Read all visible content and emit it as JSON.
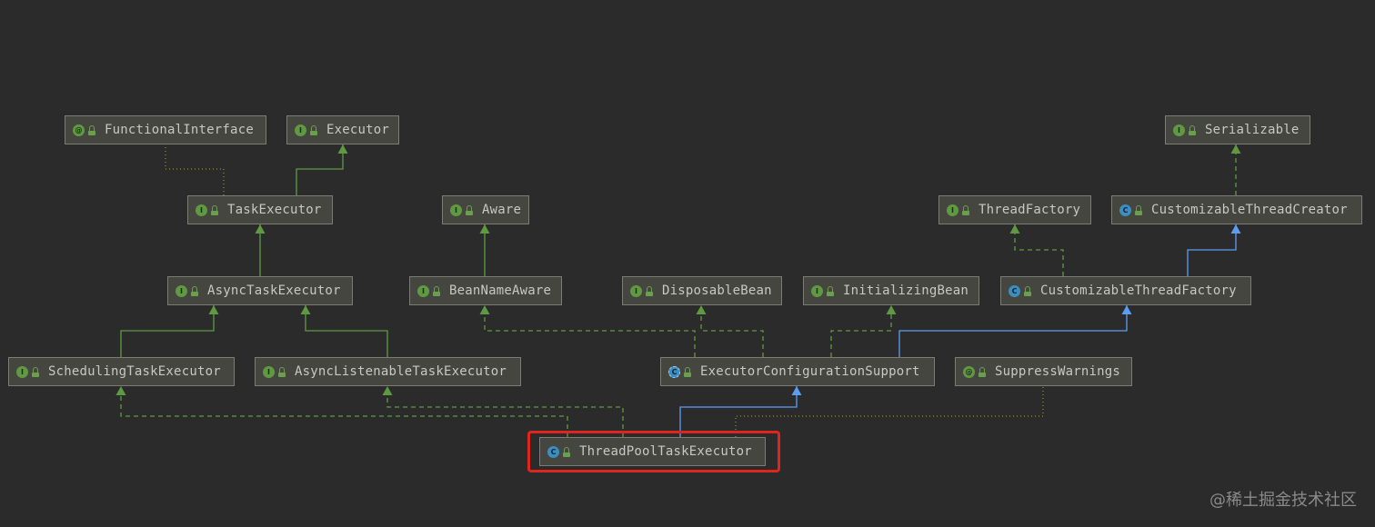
{
  "diagram": {
    "nodes": [
      {
        "id": "FunctionalInterface",
        "label": "FunctionalInterface",
        "kind": "anno",
        "kind_glyph": "@"
      },
      {
        "id": "Executor",
        "label": "Executor",
        "kind": "iface",
        "kind_glyph": "I"
      },
      {
        "id": "Serializable",
        "label": "Serializable",
        "kind": "iface",
        "kind_glyph": "I"
      },
      {
        "id": "TaskExecutor",
        "label": "TaskExecutor",
        "kind": "iface",
        "kind_glyph": "I"
      },
      {
        "id": "Aware",
        "label": "Aware",
        "kind": "iface",
        "kind_glyph": "I"
      },
      {
        "id": "ThreadFactory",
        "label": "ThreadFactory",
        "kind": "iface",
        "kind_glyph": "I"
      },
      {
        "id": "CustomizableThreadCreator",
        "label": "CustomizableThreadCreator",
        "kind": "cls",
        "kind_glyph": "C"
      },
      {
        "id": "AsyncTaskExecutor",
        "label": "AsyncTaskExecutor",
        "kind": "iface",
        "kind_glyph": "I"
      },
      {
        "id": "BeanNameAware",
        "label": "BeanNameAware",
        "kind": "iface",
        "kind_glyph": "I"
      },
      {
        "id": "DisposableBean",
        "label": "DisposableBean",
        "kind": "iface",
        "kind_glyph": "I"
      },
      {
        "id": "InitializingBean",
        "label": "InitializingBean",
        "kind": "iface",
        "kind_glyph": "I"
      },
      {
        "id": "CustomizableThreadFactory",
        "label": "CustomizableThreadFactory",
        "kind": "cls",
        "kind_glyph": "C"
      },
      {
        "id": "SchedulingTaskExecutor",
        "label": "SchedulingTaskExecutor",
        "kind": "iface",
        "kind_glyph": "I"
      },
      {
        "id": "AsyncListenableTaskExecutor",
        "label": "AsyncListenableTaskExecutor",
        "kind": "iface",
        "kind_glyph": "I"
      },
      {
        "id": "ExecutorConfigurationSupport",
        "label": "ExecutorConfigurationSupport",
        "kind": "abs",
        "kind_glyph": "C"
      },
      {
        "id": "SuppressWarnings",
        "label": "SuppressWarnings",
        "kind": "anno",
        "kind_glyph": "@"
      },
      {
        "id": "ThreadPoolTaskExecutor",
        "label": "ThreadPoolTaskExecutor",
        "kind": "cls",
        "kind_glyph": "C"
      }
    ],
    "edge_styles": {
      "extends": {
        "color": "#5f9a43",
        "dash": "none",
        "arrow": true
      },
      "implements": {
        "color": "#5f9a43",
        "dash": "5,4",
        "arrow": true
      },
      "class_extends": {
        "color": "#5b9ef0",
        "dash": "none",
        "arrow": true
      },
      "annotated": {
        "color": "#8a8a40",
        "dash": "1,3",
        "arrow": false
      }
    },
    "edges": [
      {
        "from": "TaskExecutor",
        "to": "FunctionalInterface",
        "type": "annotated"
      },
      {
        "from": "TaskExecutor",
        "to": "Executor",
        "type": "extends"
      },
      {
        "from": "AsyncTaskExecutor",
        "to": "TaskExecutor",
        "type": "extends"
      },
      {
        "from": "BeanNameAware",
        "to": "Aware",
        "type": "extends"
      },
      {
        "from": "CustomizableThreadFactory",
        "to": "ThreadFactory",
        "type": "implements"
      },
      {
        "from": "CustomizableThreadFactory",
        "to": "CustomizableThreadCreator",
        "type": "class_extends"
      },
      {
        "from": "CustomizableThreadCreator",
        "to": "Serializable",
        "type": "implements"
      },
      {
        "from": "SchedulingTaskExecutor",
        "to": "AsyncTaskExecutor",
        "type": "extends"
      },
      {
        "from": "AsyncListenableTaskExecutor",
        "to": "AsyncTaskExecutor",
        "type": "extends"
      },
      {
        "from": "ExecutorConfigurationSupport",
        "to": "BeanNameAware",
        "type": "implements"
      },
      {
        "from": "ExecutorConfigurationSupport",
        "to": "DisposableBean",
        "type": "implements"
      },
      {
        "from": "ExecutorConfigurationSupport",
        "to": "InitializingBean",
        "type": "implements"
      },
      {
        "from": "ExecutorConfigurationSupport",
        "to": "CustomizableThreadFactory",
        "type": "class_extends"
      },
      {
        "from": "ThreadPoolTaskExecutor",
        "to": "SchedulingTaskExecutor",
        "type": "implements"
      },
      {
        "from": "ThreadPoolTaskExecutor",
        "to": "AsyncListenableTaskExecutor",
        "type": "implements"
      },
      {
        "from": "ThreadPoolTaskExecutor",
        "to": "ExecutorConfigurationSupport",
        "type": "class_extends"
      },
      {
        "from": "ThreadPoolTaskExecutor",
        "to": "SuppressWarnings",
        "type": "annotated"
      }
    ],
    "highlighted_node": "ThreadPoolTaskExecutor",
    "highlight_color": "#e0241e"
  },
  "watermark": "@稀土掘金技术社区"
}
